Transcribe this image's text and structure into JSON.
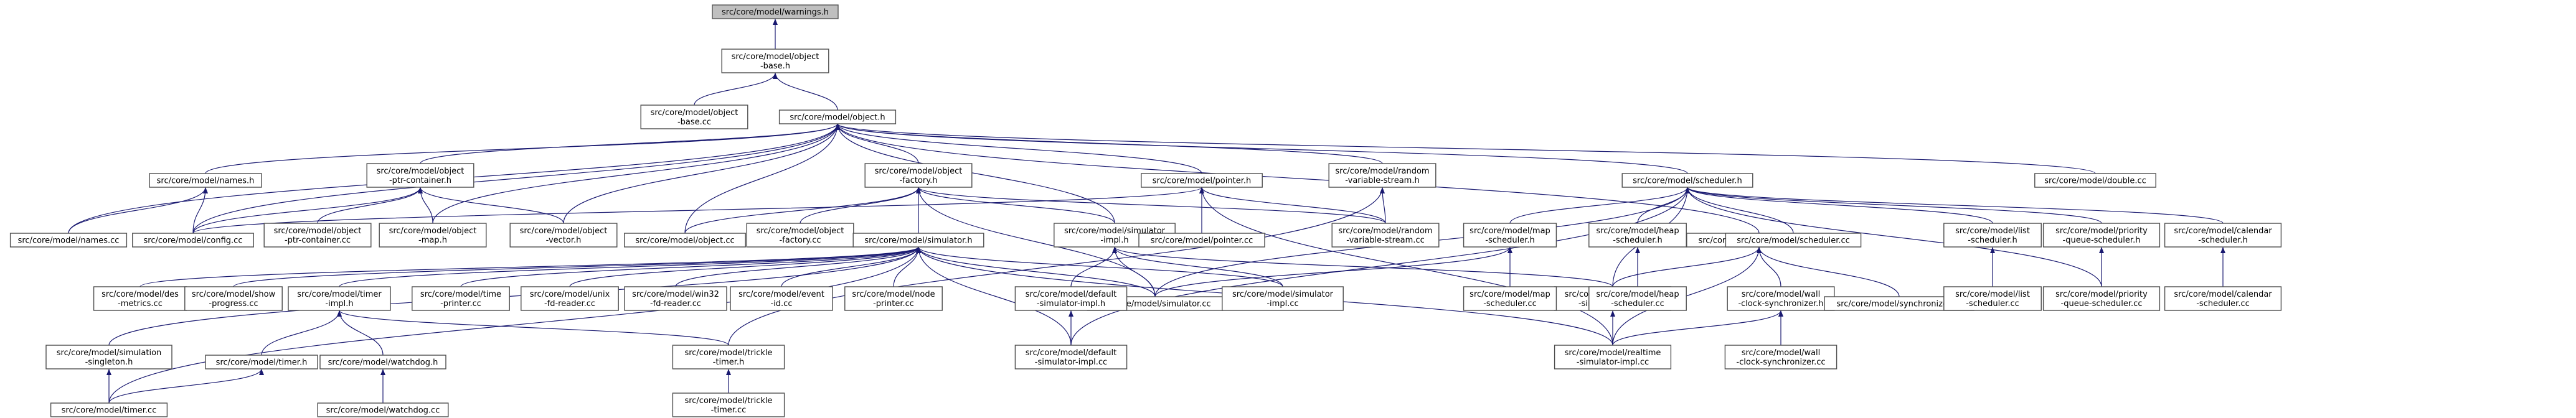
{
  "diagram": {
    "type": "include-dependency-graph",
    "colors": {
      "root_fill": "#bfbfbf",
      "node_fill": "#ffffff",
      "node_border": "#4d4d4d",
      "edge": "#191970"
    },
    "nodes": [
      {
        "id": "warnings_h",
        "label": [
          "src/core/model/warnings.h"
        ],
        "root": true
      },
      {
        "id": "object_base_h",
        "label": [
          "src/core/model/object",
          "-base.h"
        ]
      },
      {
        "id": "object_base_cc",
        "label": [
          "src/core/model/object",
          "-base.cc"
        ]
      },
      {
        "id": "object_h",
        "label": [
          "src/core/model/object.h"
        ]
      },
      {
        "id": "names_h",
        "label": [
          "src/core/model/names.h"
        ]
      },
      {
        "id": "object_ptr_container_h",
        "label": [
          "src/core/model/object",
          "-ptr-container.h"
        ]
      },
      {
        "id": "object_factory_h",
        "label": [
          "src/core/model/object",
          "-factory.h"
        ]
      },
      {
        "id": "pointer_h",
        "label": [
          "src/core/model/pointer.h"
        ]
      },
      {
        "id": "random_variable_stream_h",
        "label": [
          "src/core/model/random",
          "-variable-stream.h"
        ]
      },
      {
        "id": "scheduler_h",
        "label": [
          "src/core/model/scheduler.h"
        ]
      },
      {
        "id": "double_cc",
        "label": [
          "src/core/model/double.cc"
        ]
      },
      {
        "id": "names_cc",
        "label": [
          "src/core/model/names.cc"
        ]
      },
      {
        "id": "config_cc",
        "label": [
          "src/core/model/config.cc"
        ]
      },
      {
        "id": "object_ptr_container_cc",
        "label": [
          "src/core/model/object",
          "-ptr-container.cc"
        ]
      },
      {
        "id": "object_map_h",
        "label": [
          "src/core/model/object",
          "-map.h"
        ]
      },
      {
        "id": "object_vector_h",
        "label": [
          "src/core/model/object",
          "-vector.h"
        ]
      },
      {
        "id": "object_cc",
        "label": [
          "src/core/model/object.cc"
        ]
      },
      {
        "id": "object_factory_cc",
        "label": [
          "src/core/model/object",
          "-factory.cc"
        ]
      },
      {
        "id": "simulator_h",
        "label": [
          "src/core/model/simulator.h"
        ]
      },
      {
        "id": "simulator_impl_h",
        "label": [
          "src/core/model/simulator",
          "-impl.h"
        ]
      },
      {
        "id": "pointer_cc",
        "label": [
          "src/core/model/pointer.cc"
        ]
      },
      {
        "id": "random_variable_stream_cc",
        "label": [
          "src/core/model/random",
          "-variable-stream.cc"
        ]
      },
      {
        "id": "map_scheduler_h",
        "label": [
          "src/core/model/map",
          "-scheduler.h"
        ]
      },
      {
        "id": "synchronizer_h",
        "label": [
          "src/core/model/synchronizer.h"
        ]
      },
      {
        "id": "heap_scheduler_h",
        "label": [
          "src/core/model/heap",
          "-scheduler.h"
        ]
      },
      {
        "id": "scheduler_cc",
        "label": [
          "src/core/model/scheduler.cc"
        ]
      },
      {
        "id": "list_scheduler_h",
        "label": [
          "src/core/model/list",
          "-scheduler.h"
        ]
      },
      {
        "id": "priority_queue_scheduler_h",
        "label": [
          "src/core/model/priority",
          "-queue-scheduler.h"
        ]
      },
      {
        "id": "calendar_scheduler_h",
        "label": [
          "src/core/model/calendar",
          "-scheduler.h"
        ]
      },
      {
        "id": "des_metrics_cc",
        "label": [
          "src/core/model/des",
          "-metrics.cc"
        ]
      },
      {
        "id": "show_progress_cc",
        "label": [
          "src/core/model/show",
          "-progress.cc"
        ]
      },
      {
        "id": "timer_impl_h",
        "label": [
          "src/core/model/timer",
          "-impl.h"
        ]
      },
      {
        "id": "time_printer_cc",
        "label": [
          "src/core/model/time",
          "-printer.cc"
        ]
      },
      {
        "id": "unix_fd_reader_cc",
        "label": [
          "src/core/model/unix",
          "-fd-reader.cc"
        ]
      },
      {
        "id": "win32_fd_reader_cc",
        "label": [
          "src/core/model/win32",
          "-fd-reader.cc"
        ]
      },
      {
        "id": "event_id_cc",
        "label": [
          "src/core/model/event",
          "-id.cc"
        ]
      },
      {
        "id": "node_printer_cc",
        "label": [
          "src/core/model/node",
          "-printer.cc"
        ]
      },
      {
        "id": "simulator_cc",
        "label": [
          "src/core/model/simulator.cc"
        ]
      },
      {
        "id": "simulator_impl_cc",
        "label": [
          "src/core/model/simulator",
          "-impl.cc"
        ]
      },
      {
        "id": "default_simulator_impl_h",
        "label": [
          "src/core/model/default",
          "-simulator-impl.h"
        ]
      },
      {
        "id": "realtime_simulator_impl_h",
        "label": [
          "src/core/model/realtime",
          "-simulator-impl.h"
        ]
      },
      {
        "id": "map_scheduler_cc",
        "label": [
          "src/core/model/map",
          "-scheduler.cc"
        ]
      },
      {
        "id": "wall_clock_synchronizer_h",
        "label": [
          "src/core/model/wall",
          "-clock-synchronizer.h"
        ]
      },
      {
        "id": "synchronizer_cc",
        "label": [
          "src/core/model/synchronizer.cc"
        ]
      },
      {
        "id": "heap_scheduler_cc",
        "label": [
          "src/core/model/heap",
          "-scheduler.cc"
        ]
      },
      {
        "id": "list_scheduler_cc",
        "label": [
          "src/core/model/list",
          "-scheduler.cc"
        ]
      },
      {
        "id": "priority_queue_scheduler_cc",
        "label": [
          "src/core/model/priority",
          "-queue-scheduler.cc"
        ]
      },
      {
        "id": "calendar_scheduler_cc",
        "label": [
          "src/core/model/calendar",
          "-scheduler.cc"
        ]
      },
      {
        "id": "simulation_singleton_h",
        "label": [
          "src/core/model/simulation",
          "-singleton.h"
        ]
      },
      {
        "id": "timer_h",
        "label": [
          "src/core/model/timer.h"
        ]
      },
      {
        "id": "watchdog_h",
        "label": [
          "src/core/model/watchdog.h"
        ]
      },
      {
        "id": "trickle_timer_h",
        "label": [
          "src/core/model/trickle",
          "-timer.h"
        ]
      },
      {
        "id": "default_simulator_impl_cc",
        "label": [
          "src/core/model/default",
          "-simulator-impl.cc"
        ]
      },
      {
        "id": "realtime_simulator_impl_cc",
        "label": [
          "src/core/model/realtime",
          "-simulator-impl.cc"
        ]
      },
      {
        "id": "wall_clock_synchronizer_cc",
        "label": [
          "src/core/model/wall",
          "-clock-synchronizer.cc"
        ]
      },
      {
        "id": "timer_cc",
        "label": [
          "src/core/model/timer.cc"
        ]
      },
      {
        "id": "watchdog_cc",
        "label": [
          "src/core/model/watchdog.cc"
        ]
      },
      {
        "id": "trickle_timer_cc",
        "label": [
          "src/core/model/trickle",
          "-timer.cc"
        ]
      }
    ],
    "edges": [
      [
        "warnings_h",
        "object_base_h"
      ],
      [
        "object_base_h",
        "object_base_cc"
      ],
      [
        "object_base_h",
        "object_h"
      ],
      [
        "object_h",
        "names_h"
      ],
      [
        "object_h",
        "object_ptr_container_h"
      ],
      [
        "object_h",
        "object_factory_h"
      ],
      [
        "object_h",
        "pointer_h"
      ],
      [
        "object_h",
        "random_variable_stream_h"
      ],
      [
        "object_h",
        "scheduler_h"
      ],
      [
        "object_h",
        "double_cc"
      ],
      [
        "object_h",
        "names_cc"
      ],
      [
        "object_h",
        "config_cc"
      ],
      [
        "object_h",
        "object_map_h"
      ],
      [
        "object_h",
        "object_vector_h"
      ],
      [
        "object_h",
        "object_cc"
      ],
      [
        "object_h",
        "simulator_impl_h"
      ],
      [
        "object_h",
        "synchronizer_h"
      ],
      [
        "names_h",
        "names_cc"
      ],
      [
        "names_h",
        "config_cc"
      ],
      [
        "object_ptr_container_h",
        "config_cc"
      ],
      [
        "object_ptr_container_h",
        "object_ptr_container_cc"
      ],
      [
        "object_ptr_container_h",
        "object_map_h"
      ],
      [
        "object_ptr_container_h",
        "object_vector_h"
      ],
      [
        "object_factory_h",
        "object_cc"
      ],
      [
        "object_factory_h",
        "object_factory_cc"
      ],
      [
        "object_factory_h",
        "simulator_h"
      ],
      [
        "object_factory_h",
        "simulator_impl_h"
      ],
      [
        "object_factory_h",
        "random_variable_stream_cc"
      ],
      [
        "object_factory_h",
        "simulator_cc"
      ],
      [
        "pointer_h",
        "config_cc"
      ],
      [
        "pointer_h",
        "pointer_cc"
      ],
      [
        "pointer_h",
        "random_variable_stream_cc"
      ],
      [
        "pointer_h",
        "realtime_simulator_impl_cc"
      ],
      [
        "random_variable_stream_h",
        "random_variable_stream_cc"
      ],
      [
        "random_variable_stream_h",
        "trickle_timer_h"
      ],
      [
        "scheduler_h",
        "simulator_cc"
      ],
      [
        "scheduler_h",
        "map_scheduler_h"
      ],
      [
        "scheduler_h",
        "heap_scheduler_h"
      ],
      [
        "scheduler_h",
        "scheduler_cc"
      ],
      [
        "scheduler_h",
        "list_scheduler_h"
      ],
      [
        "scheduler_h",
        "priority_queue_scheduler_h"
      ],
      [
        "scheduler_h",
        "calendar_scheduler_h"
      ],
      [
        "scheduler_h",
        "default_simulator_impl_cc"
      ],
      [
        "scheduler_h",
        "realtime_simulator_impl_h"
      ],
      [
        "scheduler_h",
        "priority_queue_scheduler_cc"
      ],
      [
        "simulator_h",
        "des_metrics_cc"
      ],
      [
        "simulator_h",
        "show_progress_cc"
      ],
      [
        "simulator_h",
        "timer_impl_h"
      ],
      [
        "simulator_h",
        "time_printer_cc"
      ],
      [
        "simulator_h",
        "unix_fd_reader_cc"
      ],
      [
        "simulator_h",
        "win32_fd_reader_cc"
      ],
      [
        "simulator_h",
        "event_id_cc"
      ],
      [
        "simulator_h",
        "node_printer_cc"
      ],
      [
        "simulator_h",
        "simulator_cc"
      ],
      [
        "simulator_h",
        "simulator_impl_cc"
      ],
      [
        "simulator_h",
        "simulation_singleton_h"
      ],
      [
        "simulator_h",
        "timer_cc"
      ],
      [
        "simulator_h",
        "default_simulator_impl_cc"
      ],
      [
        "simulator_h",
        "realtime_simulator_impl_cc"
      ],
      [
        "simulator_impl_h",
        "simulator_cc"
      ],
      [
        "simulator_impl_h",
        "simulator_impl_cc"
      ],
      [
        "simulator_impl_h",
        "default_simulator_impl_h"
      ],
      [
        "simulator_impl_h",
        "realtime_simulator_impl_h"
      ],
      [
        "map_scheduler_h",
        "simulator_cc"
      ],
      [
        "map_scheduler_h",
        "map_scheduler_cc"
      ],
      [
        "synchronizer_h",
        "realtime_simulator_impl_h"
      ],
      [
        "synchronizer_h",
        "wall_clock_synchronizer_h"
      ],
      [
        "synchronizer_h",
        "synchronizer_cc"
      ],
      [
        "synchronizer_h",
        "realtime_simulator_impl_cc"
      ],
      [
        "heap_scheduler_h",
        "heap_scheduler_cc"
      ],
      [
        "list_scheduler_h",
        "list_scheduler_cc"
      ],
      [
        "priority_queue_scheduler_h",
        "priority_queue_scheduler_cc"
      ],
      [
        "calendar_scheduler_h",
        "calendar_scheduler_cc"
      ],
      [
        "timer_impl_h",
        "timer_h"
      ],
      [
        "timer_impl_h",
        "watchdog_h"
      ],
      [
        "timer_impl_h",
        "trickle_timer_h"
      ],
      [
        "default_simulator_impl_h",
        "default_simulator_impl_cc"
      ],
      [
        "realtime_simulator_impl_h",
        "realtime_simulator_impl_cc"
      ],
      [
        "wall_clock_synchronizer_h",
        "realtime_simulator_impl_cc"
      ],
      [
        "wall_clock_synchronizer_h",
        "wall_clock_synchronizer_cc"
      ],
      [
        "simulation_singleton_h",
        "timer_cc"
      ],
      [
        "timer_h",
        "timer_cc"
      ],
      [
        "watchdog_h",
        "watchdog_cc"
      ],
      [
        "trickle_timer_h",
        "trickle_timer_cc"
      ]
    ]
  }
}
